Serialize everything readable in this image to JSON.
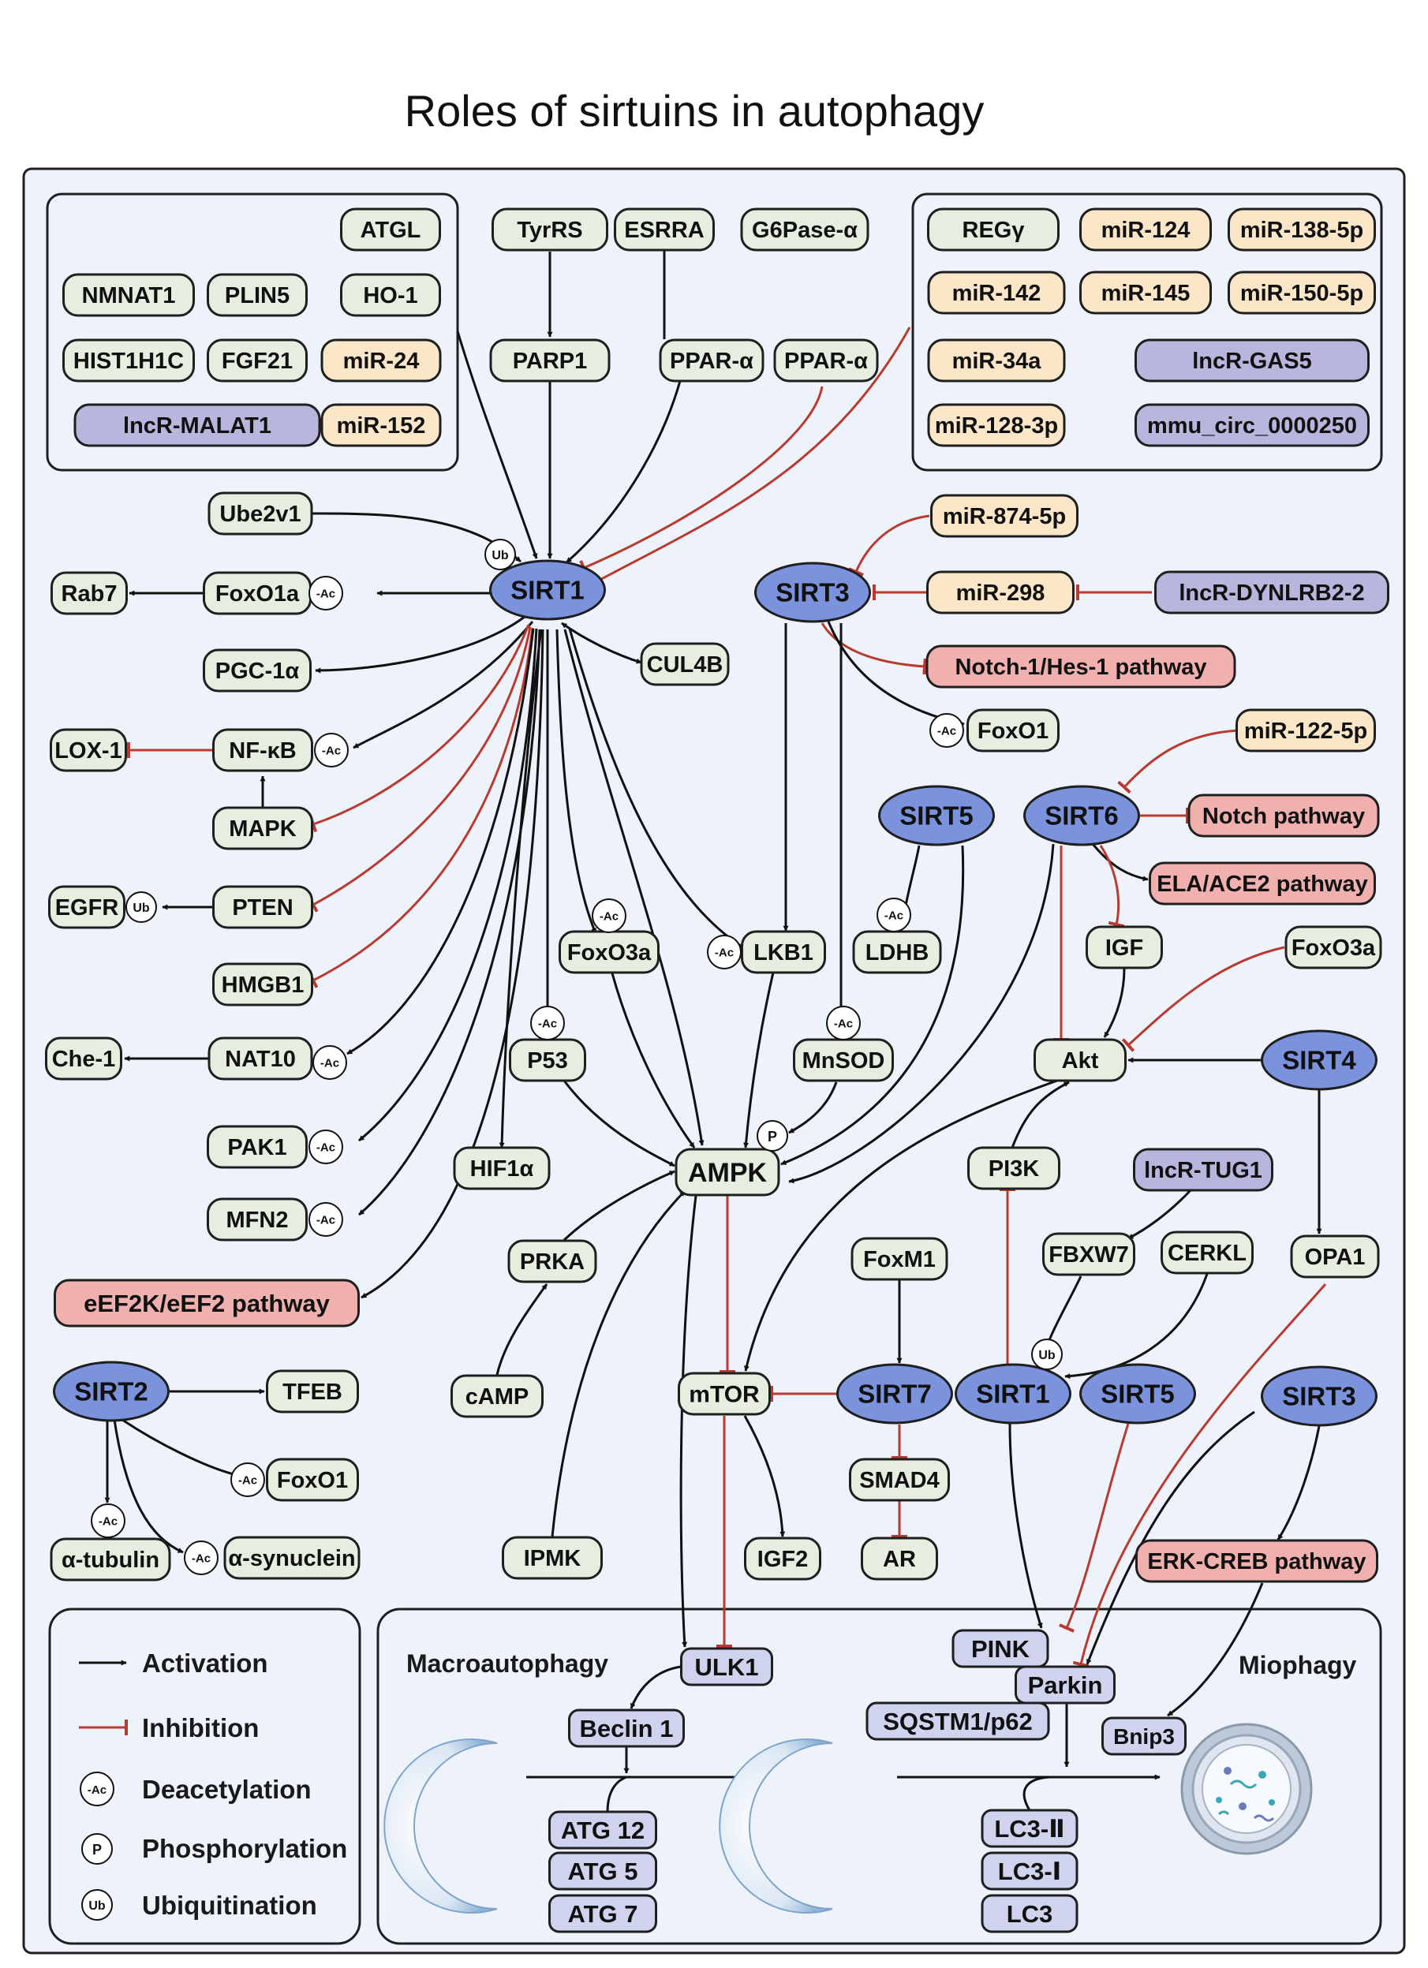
{
  "title": "Roles of sirtuins in autophagy",
  "colors": {
    "panel_bg": "#eef3fb",
    "panel_border": "#1f1f1f",
    "protein": "#e6eedf",
    "mirna": "#fbe6c8",
    "lncrna": "#b9b6dd",
    "pathway": "#efb0ae",
    "sirtuin": "#7b93dd",
    "autophagy": "#cfd3ee",
    "activation": "#111111",
    "inhibition": "#b83a30"
  },
  "sections": {
    "macro": "Macroautophagy",
    "mito": "Miophagy"
  },
  "legend": {
    "activation": "Activation",
    "inhibition": "Inhibition",
    "deacetylation": "Deacetylation",
    "phosphorylation": "Phosphorylation",
    "ubiquitination": "Ubiquitination"
  },
  "marks": {
    "ac": "-Ac",
    "p": "P",
    "ub": "Ub"
  },
  "nodes": {
    "atgl": "ATGL",
    "nmnat1": "NMNAT1",
    "plin5": "PLIN5",
    "ho1": "HO-1",
    "hist1h1c": "HIST1H1C",
    "fgf21": "FGF21",
    "mir24": "miR-24",
    "lncmalat1": "lncR-MALAT1",
    "mir152": "miR-152",
    "tyrrs": "TyrRS",
    "esrra": "ESRRA",
    "g6pase": "G6Pase-α",
    "parp1": "PARP1",
    "ppara1": "PPAR-α",
    "ppara2": "PPAR-α",
    "regy": "REGγ",
    "mir124": "miR-124",
    "mir138": "miR-138-5p",
    "mir142": "miR-142",
    "mir145": "miR-145",
    "mir150": "miR-150-5p",
    "mir34a": "miR-34a",
    "lncgas5": "lncR-GAS5",
    "mir128": "miR-128-3p",
    "circ": "mmu_circ_0000250",
    "ube2v1": "Ube2v1",
    "sirt1": "SIRT1",
    "rab7": "Rab7",
    "foxo1a": "FoxO1a",
    "pgc1a": "PGC-1α",
    "cul4b": "CUL4B",
    "lox1": "LOX-1",
    "nfkb": "NF-κB",
    "mapk": "MAPK",
    "egfr": "EGFR",
    "pten": "PTEN",
    "hmgb1": "HMGB1",
    "che1": "Che-1",
    "nat10": "NAT10",
    "pak1": "PAK1",
    "mfn2": "MFN2",
    "eef2k": "eEF2K/eEF2  pathway",
    "hif1a": "HIF1α",
    "p53": "P53",
    "foxo3a": "FoxO3a",
    "lkb1": "LKB1",
    "mir874": "miR-874-5p",
    "sirt3": "SIRT3",
    "mir298": "miR-298",
    "lncdynlrb2": "lncR-DYNLRB2-2",
    "notch1hes1": "Notch-1/Hes-1 pathway",
    "foxo1_s3": "FoxO1",
    "mir122": "miR-122-5p",
    "sirt5": "SIRT5",
    "sirt6": "SIRT6",
    "notch": "Notch pathway",
    "elaace2": "ELA/ACE2 pathway",
    "ldhb": "LDHB",
    "mnsod": "MnSOD",
    "igf": "IGF",
    "foxo3a_r": "FoxO3a",
    "akt": "Akt",
    "sirt4": "SIRT4",
    "ampk": "AMPK",
    "pi3k": "PI3K",
    "lnctug1": "lncR-TUG1",
    "prka": "PRKA",
    "camp": "cAMP",
    "foxm1": "FoxM1",
    "fbxw7": "FBXW7",
    "cerkl": "CERKL",
    "opa1": "OPA1",
    "sirt2": "SIRT2",
    "tfeb": "TFEB",
    "foxo1_s2": "FoxO1",
    "atub": "α-tubulin",
    "asyn": "α-synuclein",
    "mtor": "mTOR",
    "sirt7": "SIRT7",
    "sirt1b": "SIRT1",
    "sirt5b": "SIRT5",
    "sirt3b": "SIRT3",
    "smad4": "SMAD4",
    "ar": "AR",
    "ipmk": "IPMK",
    "igf2": "IGF2",
    "erkcreb": "ERK-CREB  pathway",
    "ulk1": "ULK1",
    "beclin1": "Beclin 1",
    "atg12": "ATG 12",
    "atg5": "ATG 5",
    "atg7": "ATG 7",
    "pink": "PINK",
    "parkin": "Parkin",
    "sqstm1": "SQSTM1/p62",
    "bnip3": "Bnip3",
    "lc3ii": "LC3-Ⅱ",
    "lc3i": "LC3-Ⅰ",
    "lc3": "LC3"
  }
}
